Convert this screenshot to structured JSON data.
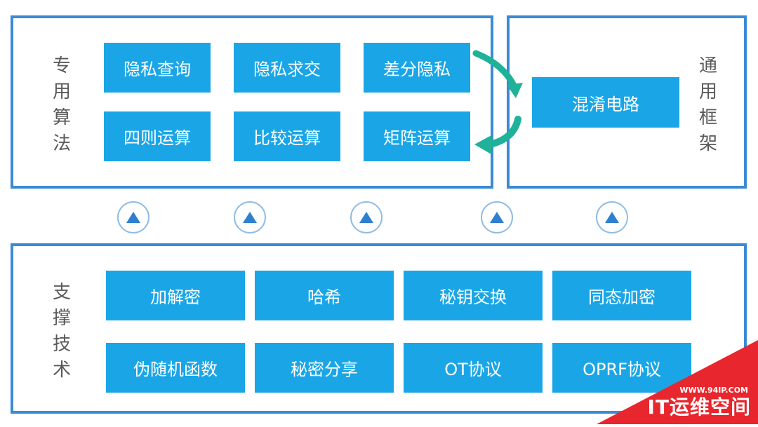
{
  "algorithms": {
    "label": [
      "专",
      "用",
      "算",
      "法"
    ],
    "items": [
      "隐私查询",
      "隐私求交",
      "差分隐私",
      "四则运算",
      "比较运算",
      "矩阵运算"
    ]
  },
  "framework": {
    "label": [
      "通",
      "用",
      "框",
      "架"
    ],
    "item": "混淆电路"
  },
  "support": {
    "label": [
      "支",
      "撑",
      "技",
      "术"
    ],
    "items": [
      "加解密",
      "哈希",
      "秘钥交换",
      "同态加密",
      "伪随机函数",
      "秘密分享",
      "OT协议",
      "OPRF协议"
    ]
  },
  "connector_icons": [
    "up-triangle-icon",
    "up-triangle-icon",
    "up-triangle-icon",
    "up-triangle-icon",
    "up-triangle-icon"
  ],
  "watermark": {
    "url": "WWW.94IP.COM",
    "name": "IT运维空间"
  },
  "colors": {
    "border": "#3b8ad6",
    "box": "#1aa6e6",
    "arrow": "#1fb19a",
    "watermark": "#e8262d"
  }
}
